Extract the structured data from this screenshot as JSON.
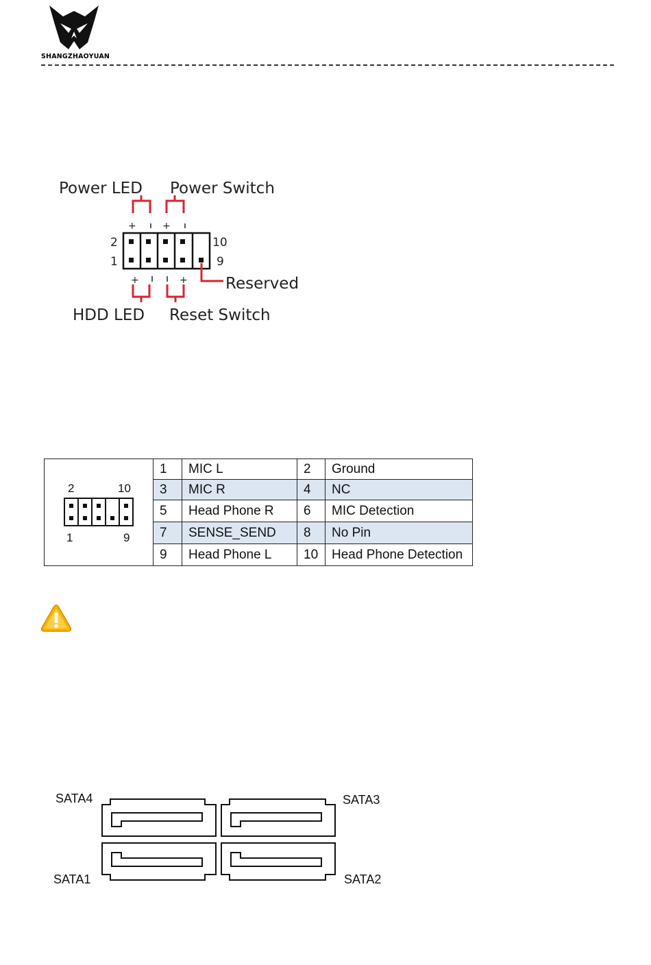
{
  "header": {
    "brand": "SHANGZHAOYUAN",
    "logo_icon": "wolf-head-logo-icon"
  },
  "front_panel": {
    "power_led": "Power LED",
    "power_switch": "Power Switch",
    "hdd_led": "HDD LED",
    "reset_switch": "Reset Switch",
    "reserved": "Reserved",
    "pin_2": "2",
    "pin_1": "1",
    "pin_10": "10",
    "pin_9": "9",
    "bracket_color": "#d9242b"
  },
  "audio": {
    "diagram": {
      "pin_2": "2",
      "pin_10": "10",
      "pin_1": "1",
      "pin_9": "9"
    },
    "rows": [
      {
        "pin_a": "1",
        "name_a": "MIC L",
        "pin_b": "2",
        "name_b": "Ground"
      },
      {
        "pin_a": "3",
        "name_a": "MIC R",
        "pin_b": "4",
        "name_b": "NC"
      },
      {
        "pin_a": "5",
        "name_a": "Head Phone R",
        "pin_b": "6",
        "name_b": "MIC Detection"
      },
      {
        "pin_a": "7",
        "name_a": "SENSE_SEND",
        "pin_b": "8",
        "name_b": "No Pin"
      },
      {
        "pin_a": "9",
        "name_a": "Head Phone L",
        "pin_b": "10",
        "name_b": "Head Phone Detection"
      }
    ],
    "shade_color": "#dce6f2"
  },
  "warning": {
    "icon": "warning-triangle-icon",
    "color": "#f5b400"
  },
  "sata": {
    "sata4": "SATA4",
    "sata3": "SATA3",
    "sata1": "SATA1",
    "sata2": "SATA2"
  }
}
